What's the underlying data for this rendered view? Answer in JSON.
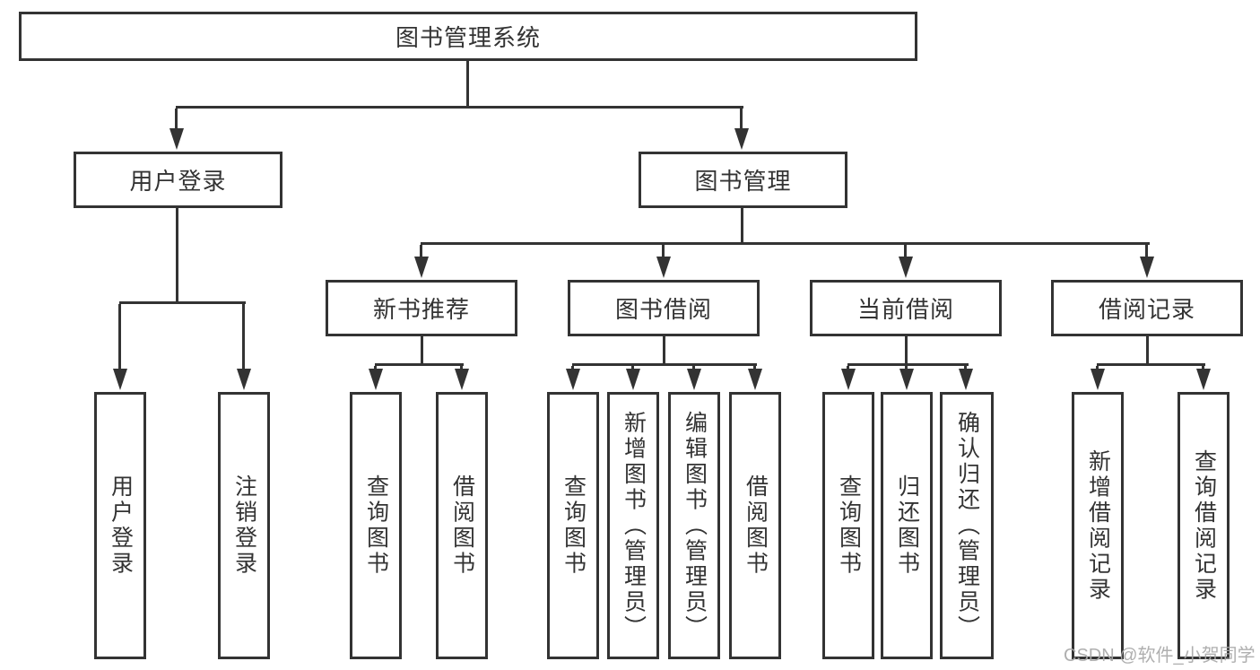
{
  "diagram": {
    "title": "图书管理系统",
    "type": "hierarchy-tree",
    "colors": {
      "line": "#333333",
      "text": "#333333",
      "background": "#ffffff",
      "watermark": "#a8a8a8"
    },
    "tree": {
      "root": "图书管理系统",
      "children": [
        {
          "label": "用户登录",
          "children": [
            {
              "label": "用户登录"
            },
            {
              "label": "注销登录"
            }
          ]
        },
        {
          "label": "图书管理",
          "children": [
            {
              "label": "新书推荐",
              "children": [
                {
                  "label": "查询图书"
                },
                {
                  "label": "借阅图书"
                }
              ]
            },
            {
              "label": "图书借阅",
              "children": [
                {
                  "label": "查询图书"
                },
                {
                  "label": "新增图书（管理员）"
                },
                {
                  "label": "编辑图书（管理员）"
                },
                {
                  "label": "借阅图书"
                }
              ]
            },
            {
              "label": "当前借阅",
              "children": [
                {
                  "label": "查询图书"
                },
                {
                  "label": "归还图书"
                },
                {
                  "label": "确认归还（管理员）"
                }
              ]
            },
            {
              "label": "借阅记录",
              "children": [
                {
                  "label": "新增借阅记录"
                },
                {
                  "label": "查询借阅记录"
                }
              ]
            }
          ]
        }
      ]
    },
    "watermark": {
      "text": "CSDN @软件_小贺同学"
    }
  }
}
